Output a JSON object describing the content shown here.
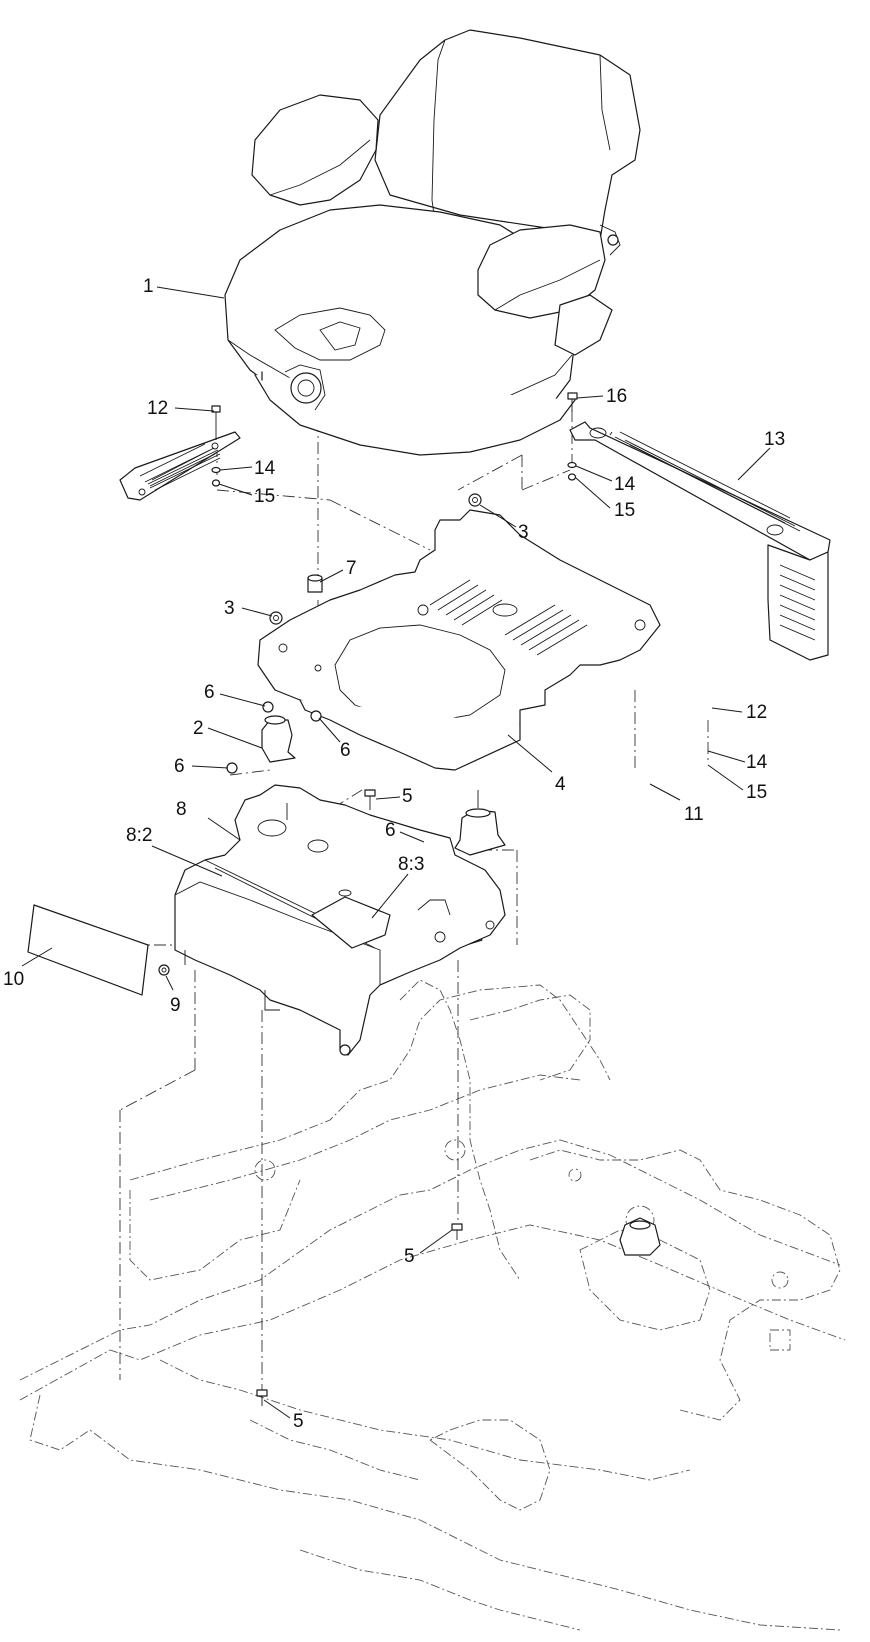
{
  "diagram": {
    "callouts": [
      {
        "id": "c1",
        "label": "1"
      },
      {
        "id": "c12a",
        "label": "12"
      },
      {
        "id": "c14a",
        "label": "14"
      },
      {
        "id": "c15a",
        "label": "15"
      },
      {
        "id": "c16",
        "label": "16"
      },
      {
        "id": "c13",
        "label": "13"
      },
      {
        "id": "c14b",
        "label": "14"
      },
      {
        "id": "c15b",
        "label": "15"
      },
      {
        "id": "c3a",
        "label": "3"
      },
      {
        "id": "c7",
        "label": "7"
      },
      {
        "id": "c3b",
        "label": "3"
      },
      {
        "id": "c6a",
        "label": "6"
      },
      {
        "id": "c2",
        "label": "2"
      },
      {
        "id": "c6b",
        "label": "6"
      },
      {
        "id": "c6c",
        "label": "6"
      },
      {
        "id": "c12b",
        "label": "12"
      },
      {
        "id": "c14c",
        "label": "14"
      },
      {
        "id": "c15c",
        "label": "15"
      },
      {
        "id": "c11",
        "label": "11"
      },
      {
        "id": "c4",
        "label": "4"
      },
      {
        "id": "c5a",
        "label": "5"
      },
      {
        "id": "c8",
        "label": "8"
      },
      {
        "id": "c6d",
        "label": "6"
      },
      {
        "id": "c8_2",
        "label": "8:2"
      },
      {
        "id": "c8_3",
        "label": "8:3"
      },
      {
        "id": "c10",
        "label": "10"
      },
      {
        "id": "c9",
        "label": "9"
      },
      {
        "id": "c5b",
        "label": "5"
      },
      {
        "id": "c5c",
        "label": "5"
      }
    ]
  }
}
